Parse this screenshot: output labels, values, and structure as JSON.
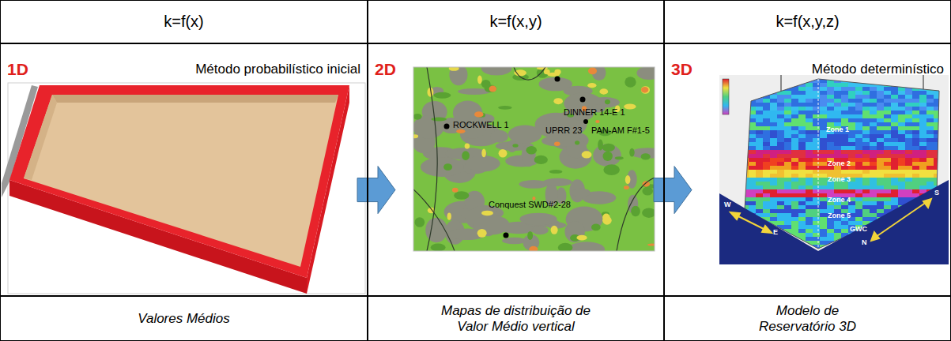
{
  "diagram": {
    "nodes": [
      {
        "text": [
          "k=f(x)"
        ]
      },
      {
        "text": [
          "k=f(x,y)"
        ]
      },
      {
        "text": [
          "k=f(x,y,z)"
        ]
      },
      {
        "text": [
          "1D",
          "Método probabilístico inicial"
        ]
      },
      {
        "text": [
          "2D"
        ]
      },
      {
        "text": [
          "3D",
          "Método determinístico"
        ]
      },
      {
        "text": [
          "Valores Médios"
        ]
      },
      {
        "text": [
          "Mapas de distribuição de Valor Médio vertical"
        ]
      },
      {
        "text": [
          "Modelo de Reservatório 3D"
        ]
      }
    ],
    "edges": [
      {
        "from": 3,
        "to": 4,
        "arrow": "to"
      },
      {
        "from": 4,
        "to": 5,
        "arrow": "to"
      }
    ],
    "labels": [
      "ROCKWELL 1",
      "DINNER 14-E 1",
      "UPRR 23",
      "PAN-AM F#1-5",
      "Conquest SWD#2-28",
      "Zone 1",
      "Zone 2",
      "Zone 3",
      "Zone 4",
      "Zone 5",
      "GWC",
      "W",
      "E",
      "N",
      "S"
    ]
  }
}
